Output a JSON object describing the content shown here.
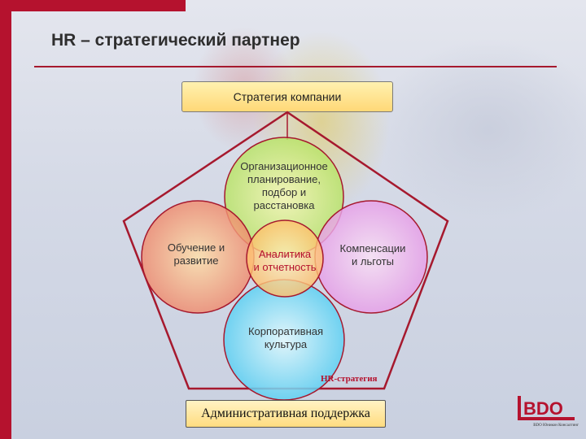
{
  "slide": {
    "title": "HR – стратегический партнер"
  },
  "diagram": {
    "strategy_label": "Стратегия компании",
    "circles": {
      "top": "Организационное\nпланирование,\nподбор и\nрасстановка",
      "left": "Обучение и\nразвитие",
      "right": "Компенсации\nи льготы",
      "bottom": "Корпоративная\nкультура",
      "center": "Аналитика\nи отчетность"
    },
    "pentagon_label": "HR-стратегия",
    "admin_label": "Административная поддержка"
  },
  "brand": {
    "logo_text": "BDO",
    "logo_subtitle": "BDO Юникон Консалтинг",
    "accent_color": "#b5122e"
  }
}
